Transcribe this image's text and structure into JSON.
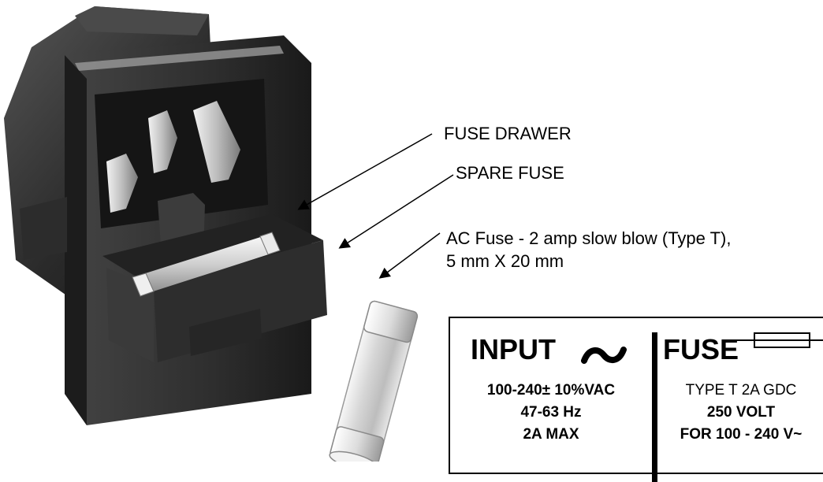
{
  "callouts": {
    "fuse_drawer": "FUSE DRAWER",
    "spare_fuse": "SPARE FUSE",
    "ac_fuse_line1": "AC Fuse - 2 amp slow blow (Type T),",
    "ac_fuse_line2": "5 mm X 20 mm"
  },
  "panel": {
    "input": {
      "title": "INPUT",
      "icon": "tilde-icon",
      "specs": [
        "100-240± 10%VAC",
        "47-63 Hz",
        "2A MAX"
      ]
    },
    "fuse": {
      "title": "FUSE",
      "icon": "fuse-symbol-icon",
      "specs": [
        "TYPE T 2A GDC",
        "250 VOLT",
        "FOR 100 - 240 V~"
      ]
    }
  },
  "colors": {
    "ink": "#000000",
    "background": "#ffffff",
    "housing": "#2b2b2b"
  }
}
